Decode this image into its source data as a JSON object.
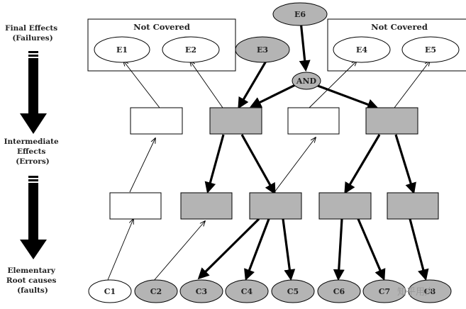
{
  "side_labels": {
    "final": [
      "Final Effects",
      "(Failures)"
    ],
    "intermediate": [
      "Intermediate",
      "Effects",
      "(Errors)"
    ],
    "elementary": [
      "Elementary",
      "Root causes",
      "(faults)"
    ]
  },
  "not_covered_label": "Not Covered",
  "gate_label": "AND",
  "top_event": "E6",
  "final_effects": [
    "E1",
    "E2",
    "E3",
    "E4",
    "E5"
  ],
  "root_causes": [
    "C1",
    "C2",
    "C3",
    "C4",
    "C5",
    "C6",
    "C7",
    "C8"
  ],
  "watermark": "知乎用户",
  "colors": {
    "covered_fill": "#b4b4b4",
    "uncovered_fill": "#ffffff",
    "stroke": "#000000"
  }
}
